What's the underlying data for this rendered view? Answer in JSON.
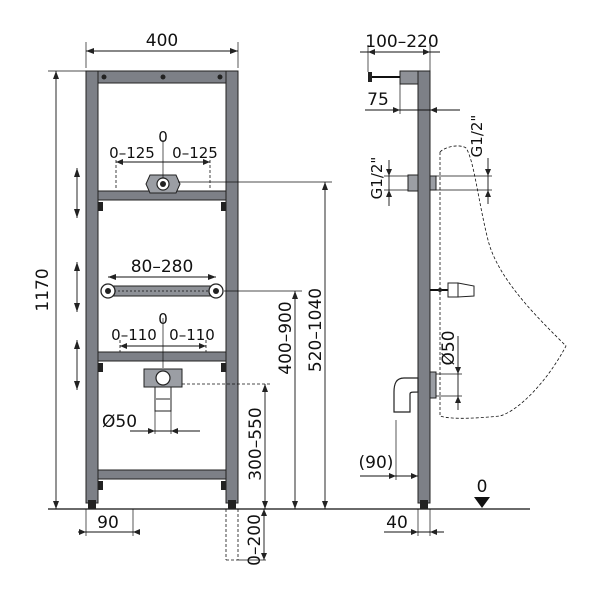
{
  "colors": {
    "frame": "#7d8087",
    "ink": "#111111",
    "background": "#ffffff"
  },
  "labels": {
    "width_400": "400",
    "height_1170": "1170",
    "bracket_0_top": "0",
    "bracket_left_125": "0–125",
    "bracket_right_125": "0–125",
    "range_80_280": "80–280",
    "bracket_0_lower": "0",
    "bracket_left_110": "0–110",
    "bracket_right_110": "0–110",
    "pipe_dia_front": "Ø50",
    "range_300_550": "300–550",
    "range_400_900": "400–900",
    "range_520_1040": "520–1040",
    "offset_90": "90",
    "floor_0_200": "0–200",
    "depth_100_220": "100–220",
    "depth_75": "75",
    "thread_left": "G1/2\"",
    "thread_right": "G1/2\"",
    "pipe_dia_side": "Ø50",
    "offset_90_side": "(90)",
    "foot_40": "40",
    "floor_zero": "0"
  },
  "icons": {
    "arrow": "double-arrow-icon",
    "floor_marker": "floor-level-triangle-icon"
  }
}
